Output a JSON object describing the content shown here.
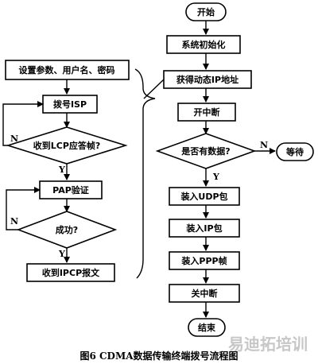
{
  "diagram": {
    "left": {
      "setup": "设置参数、用户名、密码",
      "dial": "拨号ISP",
      "lcp_check": "收到LCP应答帧?",
      "pap": "PAP验证",
      "success_check": "成功?",
      "ipcp": "收到IPCP报文"
    },
    "right": {
      "start": "开始",
      "init": "系统初始化",
      "get_ip": "获得动态IP地址",
      "enable_int": "开中断",
      "has_data": "是否有数据?",
      "wait": "等待",
      "udp": "装入UDP包",
      "ip_pkt": "装入IP包",
      "ppp": "装入PPP帧",
      "disable_int": "关中断",
      "end": "结束"
    },
    "edge_labels": {
      "n1": "N",
      "y1": "Y",
      "n2": "N",
      "y2": "Y",
      "n3": "N",
      "y3": "Y"
    },
    "caption": "图6 CDMA数据传输终端拨号流程图",
    "watermark": "易迪拓培训"
  }
}
